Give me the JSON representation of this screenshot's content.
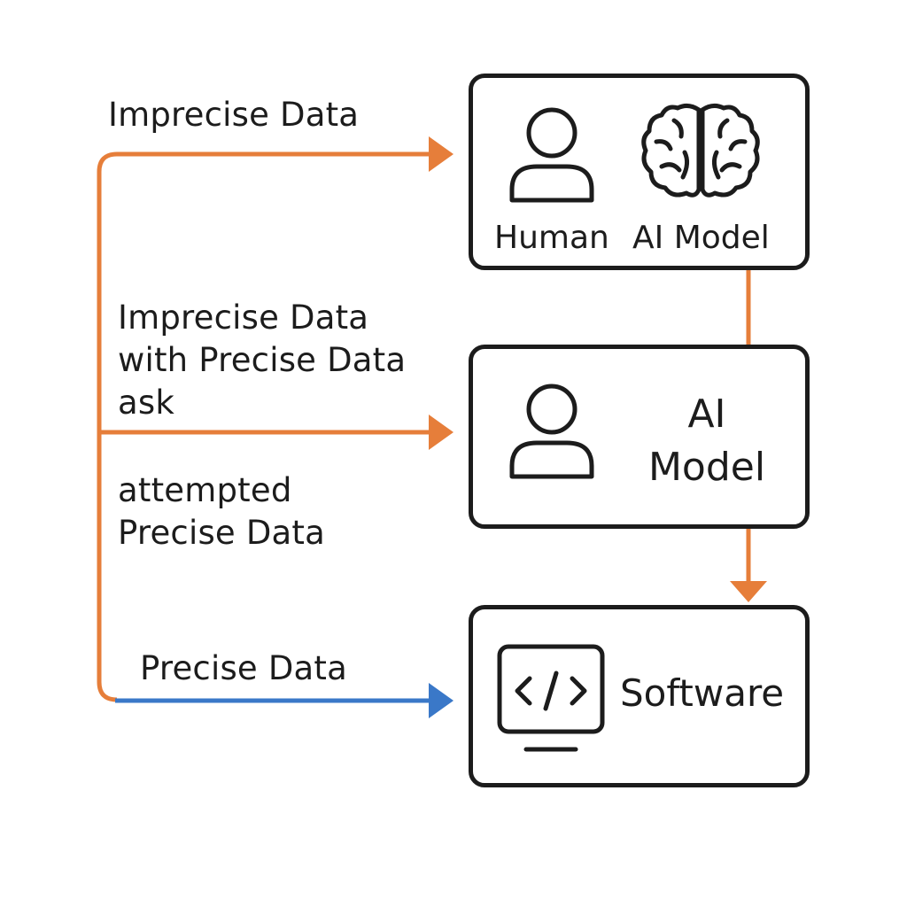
{
  "colors": {
    "orange": "#E67E3A",
    "blue": "#3A78C8",
    "stroke": "#1C1C1C"
  },
  "labels": {
    "top_arrow": "Imprecise Data",
    "middle_arrow_line1": "Imprecise Data",
    "middle_arrow_line2": "with Precise Data",
    "middle_arrow_line3": "ask",
    "attempted_line1": "attempted",
    "attempted_line2": "Precise Data",
    "bottom_arrow": "Precise Data"
  },
  "boxes": {
    "top": {
      "human_label": "Human",
      "ai_label": "AI Model",
      "icons": [
        "person-icon",
        "brain-icon"
      ]
    },
    "middle": {
      "ai_line1": "AI",
      "ai_line2": "Model",
      "icons": [
        "person-icon"
      ]
    },
    "bottom": {
      "software_label": "Software",
      "icons": [
        "code-monitor-icon"
      ]
    }
  }
}
